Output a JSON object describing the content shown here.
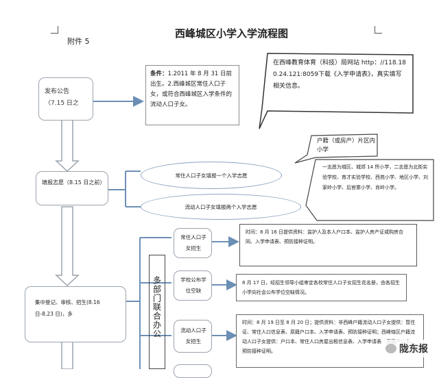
{
  "header": {
    "attachment": "附件 5",
    "title": "西峰城区小学入学流程图"
  },
  "steps": {
    "publish": "发布公告（7.15 日之",
    "fill": "填报志愿（8.15 日之前）",
    "collect": "集中登记、审核、招生(8.16 日-8.23 日)，多"
  },
  "conditions": {
    "label": "条件：",
    "text": "1.2011 年 8 月 31 日前出生。2.西峰城区常住人口子女，或符合西峰城区入学条件的流动人口子女。"
  },
  "website": {
    "text": "在西峰教育体育（科技）局网站 http：//118.180.24.121:8059下载《入学申请表》，真实填写相关信息。"
  },
  "hukou_note": "户籍（或房产）片区内小学",
  "ellipses": {
    "resident": "常住人口子女填报一个入学志愿",
    "floating": "流动人口子女填报两个入学志愿"
  },
  "schools_note": "一志愿为城区、城郊 14 所小学，二志愿为北街实验学校、育才实验学校、西苑小学、地区小学、刘家岭小学、后官寨小学、肖岭小学。",
  "vertical_label": "多部门联合办公",
  "categories": {
    "resident": "常住人口子女招生",
    "public_school": "学校公布学位空缺",
    "floating": "流动人口子女招生"
  },
  "details": {
    "resident": "时间：8 月 16 日提供资料：监护人及本人户口本、监护人房产证或购房合同、入学申请表、预防接种证明。",
    "public_school": "8 月 17 日，经招生领导小组审定各校常住人口子女招生花名册，由各招生小学向社会公布学位空缺情况。",
    "floating": "时间：8 月 19 日至 8 月 20 日；提供资料：非西峰户籍流动人口子女提供：暂住证、常住人口信息表、原籍户口本、入学申请表、预防接种证明；西峰辖区户籍流动人口子女提供：户口本、常住人口房屋出租信息表、入学申请表、原籍户口本、预防接种证明。"
  },
  "watermark": "陇东报"
}
